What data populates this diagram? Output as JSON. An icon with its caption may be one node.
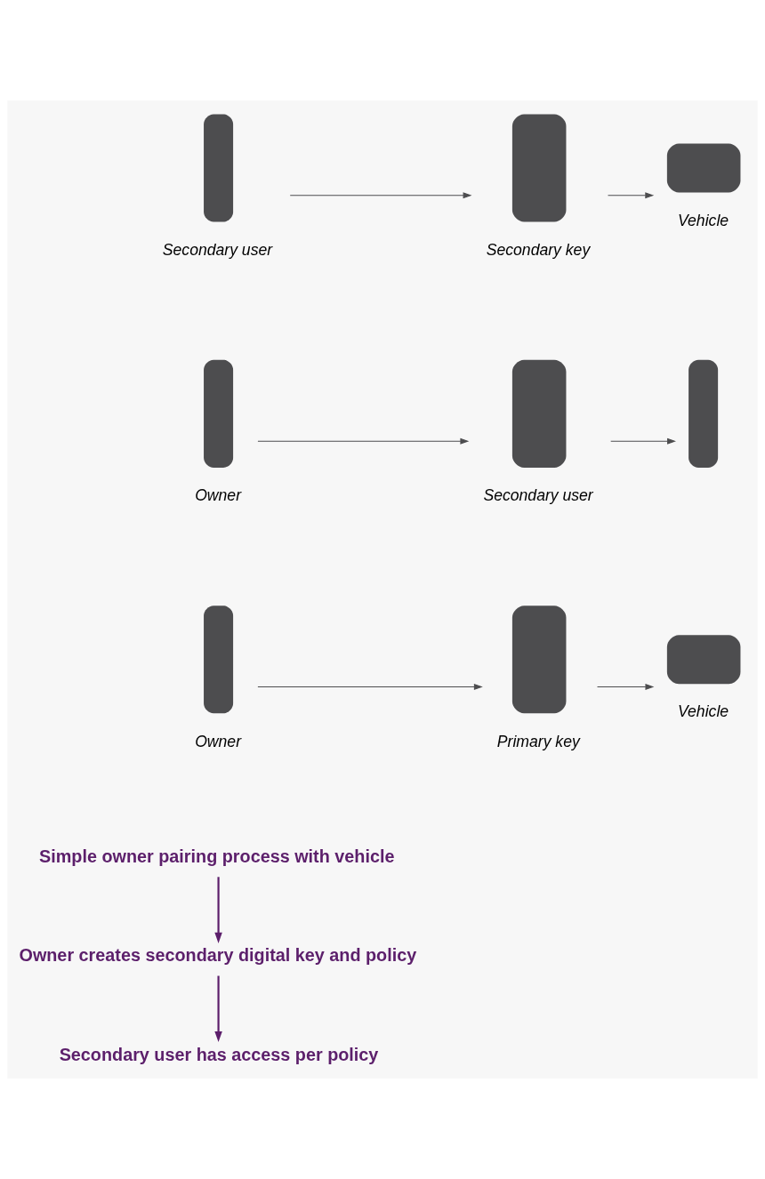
{
  "diagram": {
    "nodes": [
      {
        "text": [
          "Simple owner pairing process with vehicle"
        ]
      },
      {
        "text": [],
        "shape": "person",
        "beside": [
          "Owner"
        ]
      },
      {
        "text": [],
        "shape": "phone",
        "beside": [
          "Primary key"
        ]
      },
      {
        "text": [],
        "shape": "car",
        "beside": [
          "Vehicle"
        ]
      },
      {
        "text": [
          "Owner creates secondary digital key and policy"
        ]
      },
      {
        "text": [],
        "shape": "person",
        "beside": [
          "Owner"
        ]
      },
      {
        "text": [],
        "shape": "phone",
        "beside": [
          "Secondary user"
        ]
      },
      {
        "text": [],
        "shape": "person"
      },
      {
        "text": [
          "Secondary user has access per policy"
        ]
      },
      {
        "text": [],
        "shape": "person",
        "beside": [
          "Secondary user"
        ]
      },
      {
        "text": [],
        "shape": "phone",
        "beside": [
          "Secondary key"
        ]
      },
      {
        "text": [],
        "shape": "car",
        "beside": [
          "Vehicle"
        ]
      }
    ],
    "edges": [
      {
        "from": 1,
        "to": 2,
        "arrow": "to"
      },
      {
        "from": 2,
        "to": 3,
        "arrow": "to"
      },
      {
        "from": 0,
        "to": 4,
        "arrow": "to",
        "color": "#5c1f6b"
      },
      {
        "from": 5,
        "to": 6,
        "arrow": "to"
      },
      {
        "from": 6,
        "to": 7,
        "arrow": "to"
      },
      {
        "from": 4,
        "to": 8,
        "arrow": "to",
        "color": "#5c1f6b"
      },
      {
        "from": 9,
        "to": 10,
        "arrow": "to"
      },
      {
        "from": 10,
        "to": 11,
        "arrow": "to"
      }
    ]
  }
}
